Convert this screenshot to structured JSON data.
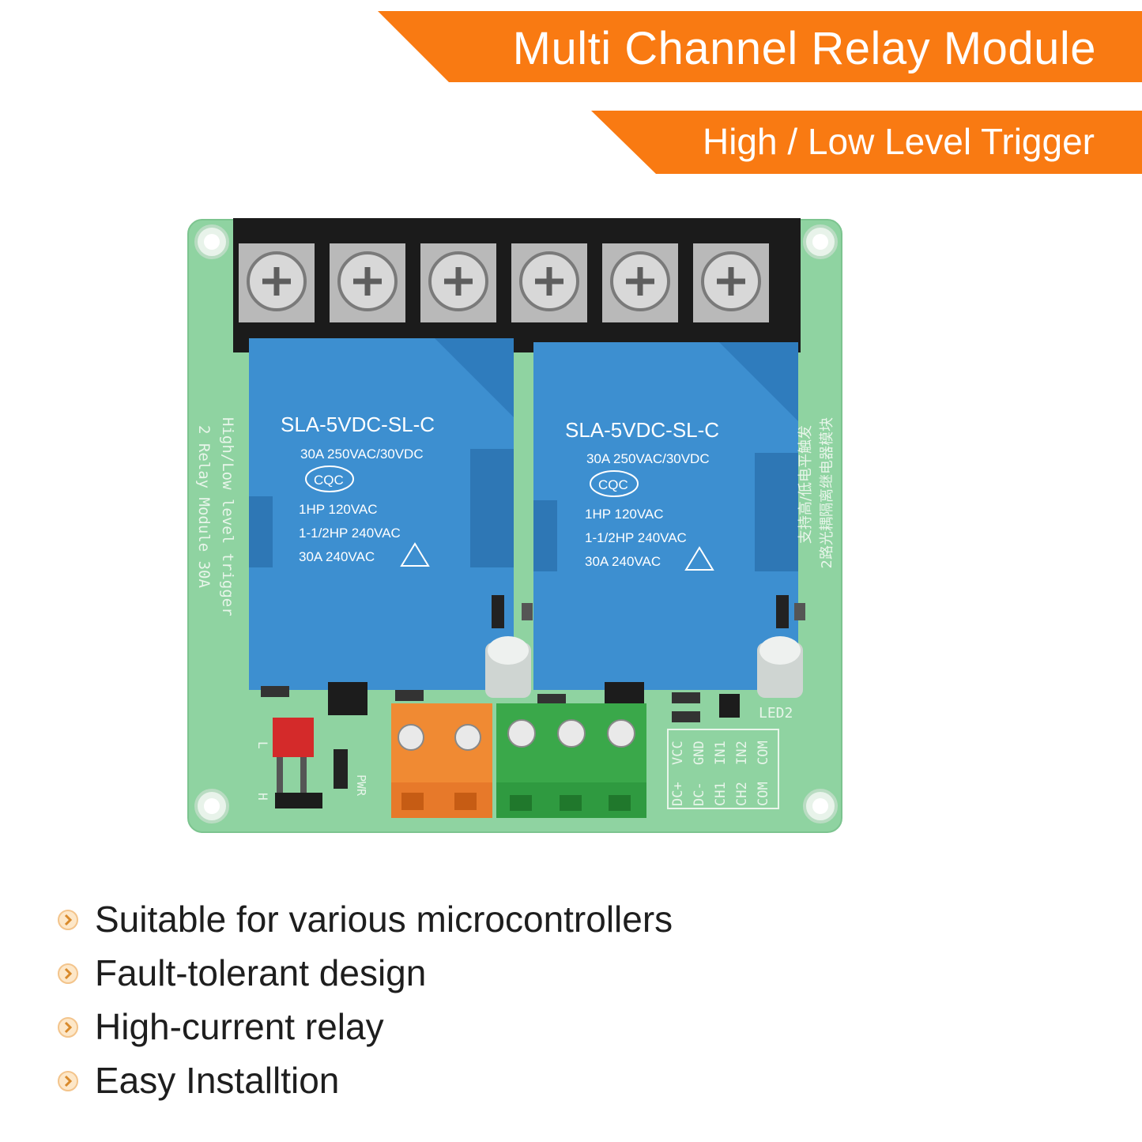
{
  "banners": {
    "title": "Multi Channel Relay Module",
    "subtitle": "High / Low Level Trigger",
    "color": "#f97a12"
  },
  "product": {
    "relay_model": "SLA-5VDC-SL-C",
    "relay_rating": "30A  250VAC/30VDC",
    "relay_cert": "CQC",
    "relay_hp1": "1HP 120VAC",
    "relay_hp2": "1-1/2HP 240VAC",
    "relay_current": "30A 240VAC",
    "board_label_line1": "High/Low level trigger",
    "board_label_line2": "2 Relay Module 30A",
    "board_label_cn1": "支持高/低电平触发",
    "board_label_cn2": "2路光耦隔离继电器模块",
    "terminal_labels": [
      "DC+",
      "VCC",
      "DC-",
      "GND",
      "CH1",
      "IN1",
      "CH2",
      "IN2",
      "COM",
      "COM"
    ],
    "led2_label": "LED2",
    "pwr_label": "PWR",
    "jumper_label_h": "H",
    "jumper_label_l": "L",
    "pcb_color": "#8fd3a1",
    "relay_color": "#3d8fd0"
  },
  "features": [
    "Suitable for various microcontrollers",
    "Fault-tolerant design",
    "High-current relay",
    "Easy Installtion"
  ],
  "icons": {
    "bullet": "chevron-circle-icon"
  }
}
